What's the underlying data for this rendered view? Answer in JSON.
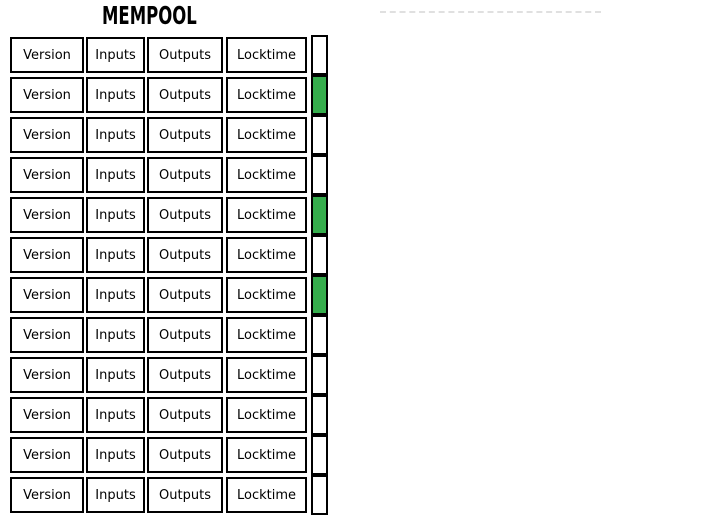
{
  "title": "MEMPOOL",
  "divider": {
    "style": "dashed-line"
  },
  "field_labels": [
    "Version",
    "Inputs",
    "Outputs",
    "Locktime"
  ],
  "transactions": [
    {
      "highlighted": false
    },
    {
      "highlighted": true
    },
    {
      "highlighted": false
    },
    {
      "highlighted": false
    },
    {
      "highlighted": true
    },
    {
      "highlighted": false
    },
    {
      "highlighted": true
    },
    {
      "highlighted": false
    },
    {
      "highlighted": false
    },
    {
      "highlighted": false
    },
    {
      "highlighted": false
    },
    {
      "highlighted": false
    }
  ],
  "colors": {
    "highlight_green": "#35ad4c",
    "box_border": "#000000",
    "dashed_line": "#e0e0e0",
    "background": "#ffffff"
  }
}
